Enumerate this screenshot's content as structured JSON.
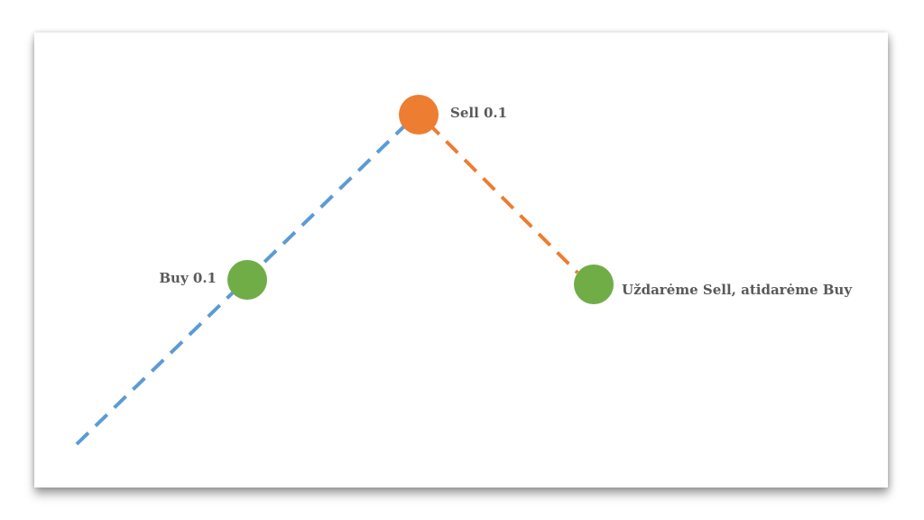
{
  "labels": {
    "buy": "Buy 0.1",
    "sell": "Sell 0.1",
    "close_open": "Uždarėme Sell, atidarėme Buy"
  },
  "colors": {
    "background": "#ffffff",
    "up_line": "#5b9bd5",
    "down_line": "#ed7d31",
    "buy_node": "#70ad47",
    "sell_node": "#ed7d31",
    "close_node": "#70ad47",
    "label_text": "#595959"
  }
}
